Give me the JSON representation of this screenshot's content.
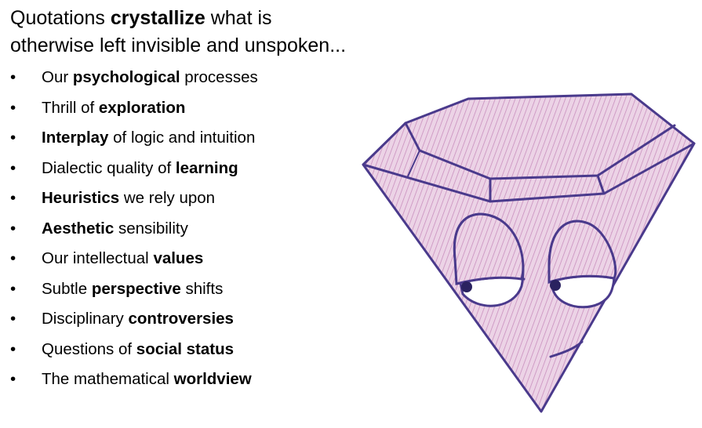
{
  "title": {
    "line1_pre": "Quotations ",
    "line1_bold": "crystallize",
    "line1_post": " what is",
    "line2": "otherwise left invisible and unspoken..."
  },
  "bullet_symbol": "•",
  "bullets": [
    [
      {
        "t": "Our ",
        "b": false
      },
      {
        "t": "psychological",
        "b": true
      },
      {
        "t": " processes",
        "b": false
      }
    ],
    [
      {
        "t": "Thrill of ",
        "b": false
      },
      {
        "t": "exploration",
        "b": true
      }
    ],
    [
      {
        "t": "Interplay",
        "b": true
      },
      {
        "t": " of logic and intuition",
        "b": false
      }
    ],
    [
      {
        "t": "Dialectic quality of ",
        "b": false
      },
      {
        "t": "learning",
        "b": true
      }
    ],
    [
      {
        "t": "Heuristics",
        "b": true
      },
      {
        "t": " we rely upon",
        "b": false
      }
    ],
    [
      {
        "t": "Aesthetic",
        "b": true
      },
      {
        "t": " sensibility",
        "b": false
      }
    ],
    [
      {
        "t": "Our intellectual ",
        "b": false
      },
      {
        "t": "values",
        "b": true
      }
    ],
    [
      {
        "t": "Subtle ",
        "b": false
      },
      {
        "t": "perspective",
        "b": true
      },
      {
        "t": " shifts",
        "b": false
      }
    ],
    [
      {
        "t": "Disciplinary ",
        "b": false
      },
      {
        "t": "controversies",
        "b": true
      }
    ],
    [
      {
        "t": "Questions of ",
        "b": false
      },
      {
        "t": "social status",
        "b": true
      }
    ],
    [
      {
        "t": "The mathematical ",
        "b": false
      },
      {
        "t": "worldview",
        "b": true
      }
    ]
  ],
  "colors": {
    "outline": "#4a3a8c",
    "fill": "#d9a3cc"
  }
}
